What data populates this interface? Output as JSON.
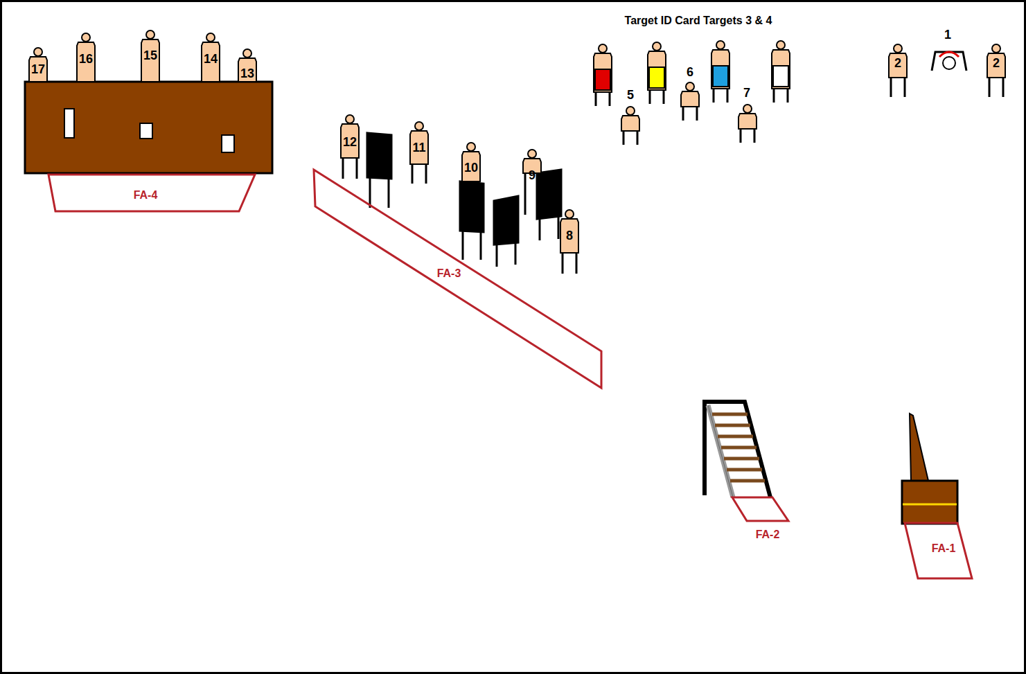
{
  "diagram": {
    "title": "Target ID Card Targets 3 & 4",
    "nodes": [
      {
        "text": [
          "17"
        ]
      },
      {
        "text": [
          "16"
        ]
      },
      {
        "text": [
          "15"
        ]
      },
      {
        "text": [
          "14"
        ]
      },
      {
        "text": [
          "13"
        ]
      },
      {
        "text": [
          "FA-4"
        ]
      },
      {
        "text": [
          "12"
        ]
      },
      {
        "text": [
          "11"
        ]
      },
      {
        "text": [
          "10"
        ]
      },
      {
        "text": [
          "9"
        ]
      },
      {
        "text": [
          "8"
        ]
      },
      {
        "text": [
          "FA-3"
        ]
      },
      {
        "text": [
          "2"
        ]
      },
      {
        "text": [
          "2"
        ]
      },
      {
        "text": [
          "FA-2"
        ]
      },
      {
        "text": [
          "FA-1"
        ]
      }
    ],
    "labels": [
      "5",
      "6",
      "7",
      "1"
    ]
  }
}
